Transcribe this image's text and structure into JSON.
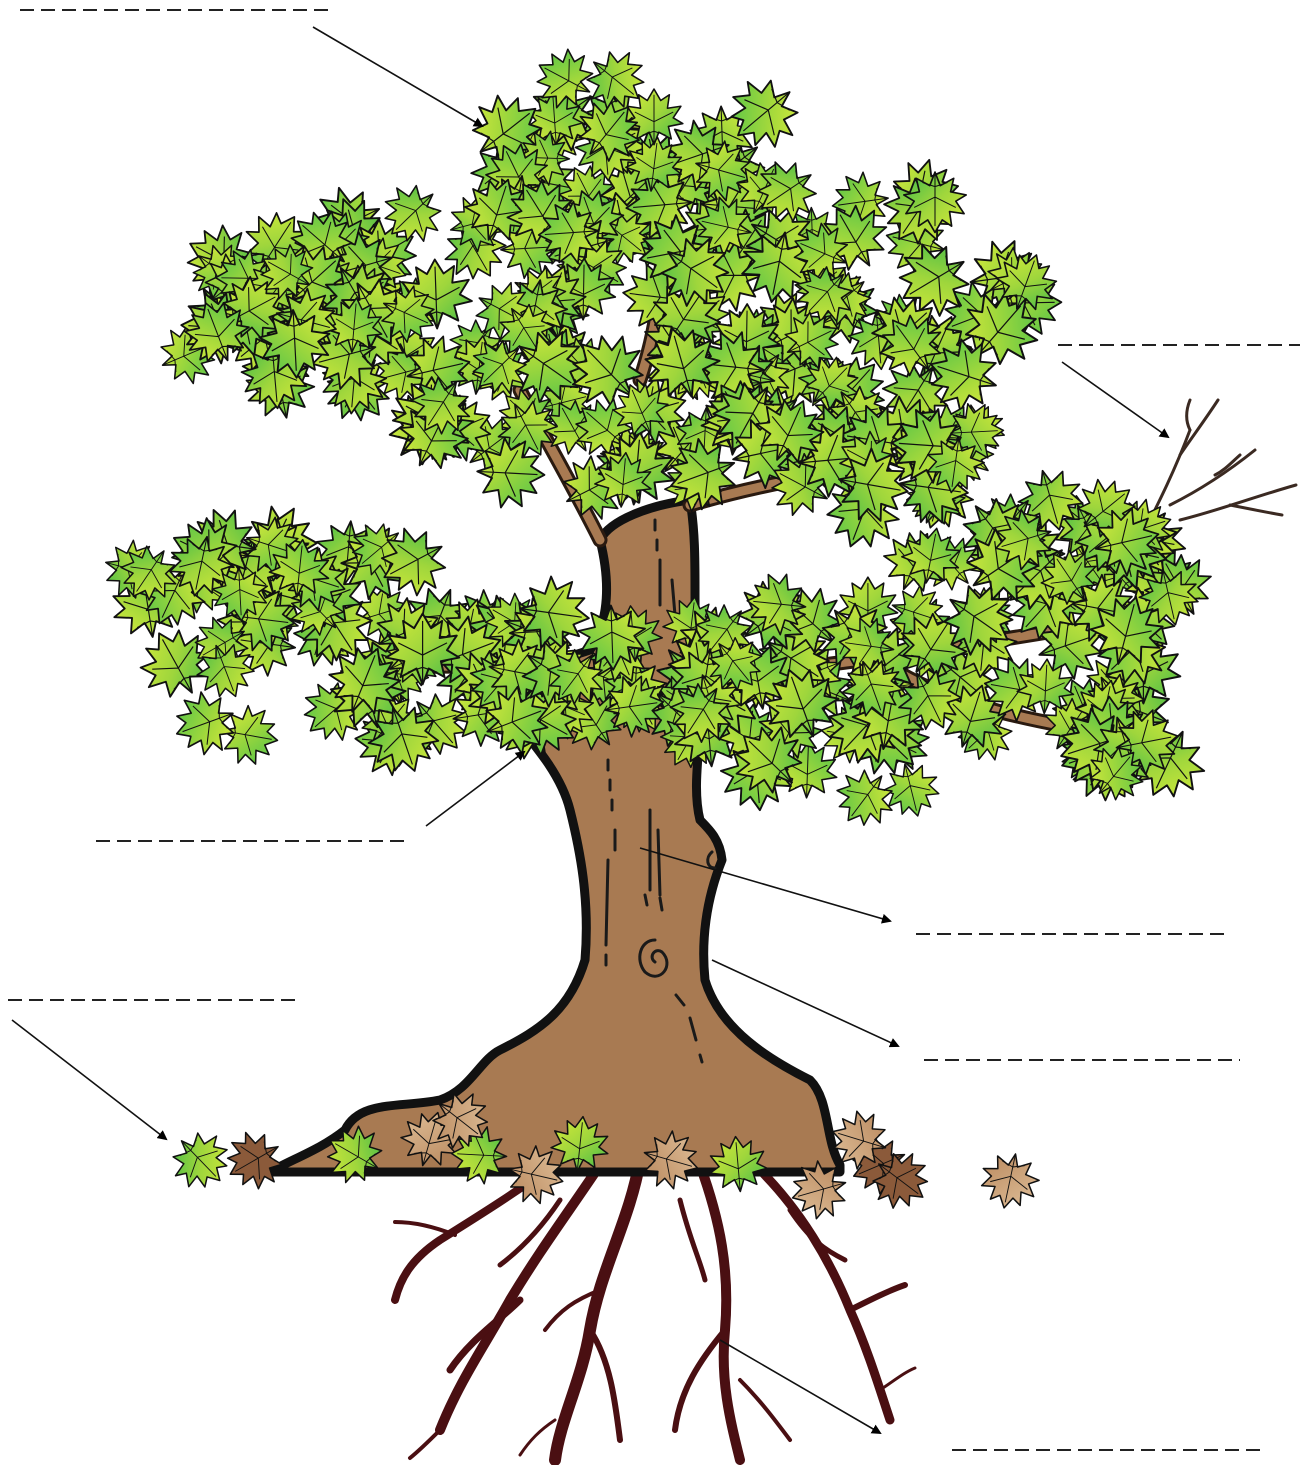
{
  "worksheet": {
    "blanks": [
      {
        "id": "crown"
      },
      {
        "id": "twig"
      },
      {
        "id": "branch"
      },
      {
        "id": "trunk"
      },
      {
        "id": "bark"
      },
      {
        "id": "leaf-litter"
      },
      {
        "id": "roots"
      }
    ]
  },
  "colors": {
    "leaf_light": "#d8ec3a",
    "leaf_mid": "#9fd63c",
    "leaf_dark": "#3cb94a",
    "trunk": "#a87a52",
    "outline": "#111111",
    "root": "#4a0f12",
    "dead_leaf": "#c9a27a",
    "dead_leaf_dark": "#8b5a3a"
  }
}
